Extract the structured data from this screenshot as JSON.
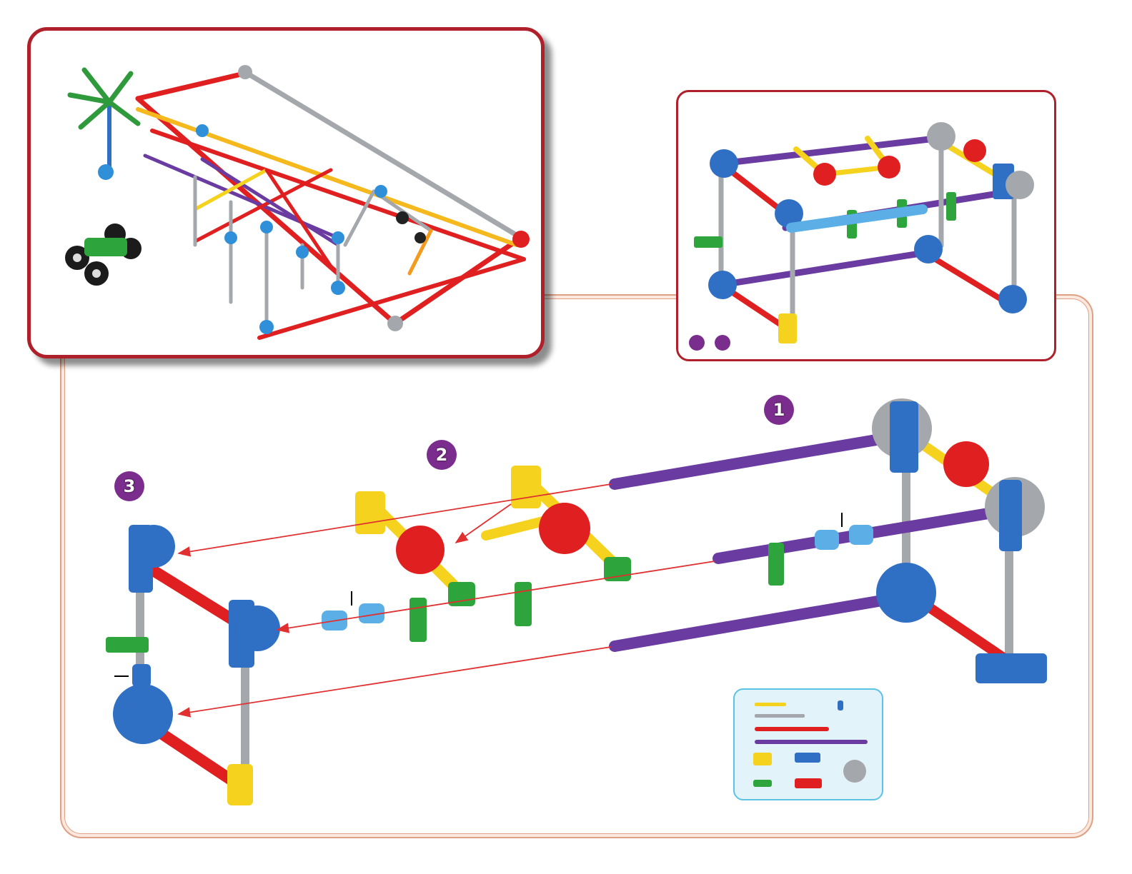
{
  "steps": [
    {
      "number": "1"
    },
    {
      "number": "2"
    },
    {
      "number": "3"
    }
  ],
  "colors": {
    "purple_rod": "#6a3ba1",
    "red_rod": "#e02020",
    "yellow": "#f5d21d",
    "blue": "#2f6fc4",
    "green": "#2ea43c",
    "gray": "#a4a7ab",
    "arrow": "#e03030",
    "frame": "#b0202a",
    "badge": "#7b2d8e",
    "parts_box_bg": "#e3f3fa",
    "parts_box_border": "#5bc3e6"
  },
  "icons": {
    "overview": "roller-coaster-model-image",
    "preview": "completed-section-image",
    "parts": "parts-list-image"
  }
}
